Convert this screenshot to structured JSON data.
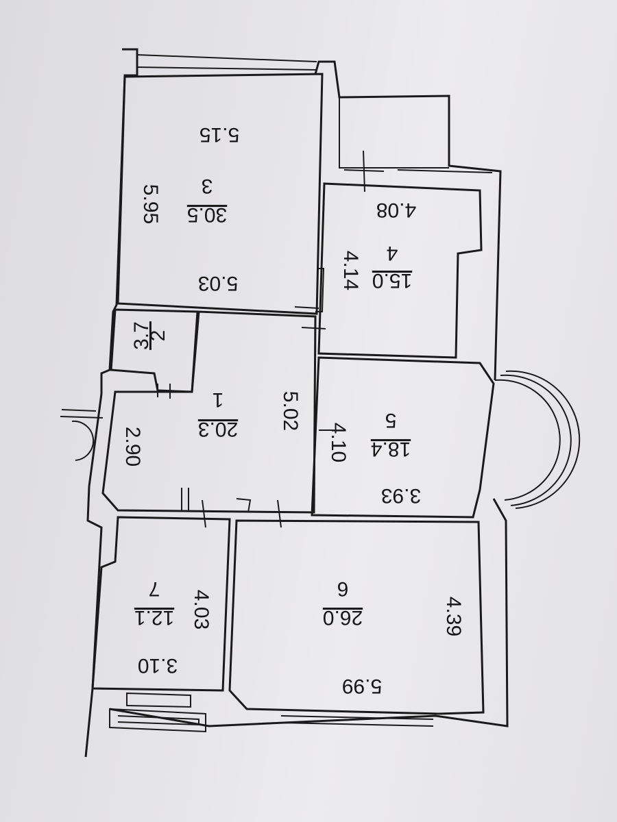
{
  "plan": {
    "rooms": [
      {
        "number": "1",
        "area": "20.3"
      },
      {
        "number": "2",
        "area": "3.7"
      },
      {
        "number": "3",
        "area": "30.5"
      },
      {
        "number": "4",
        "area": "15.0"
      },
      {
        "number": "5",
        "area": "18.4"
      },
      {
        "number": "6",
        "area": "26.0"
      },
      {
        "number": "7",
        "area": "12.1"
      }
    ],
    "dimensions": {
      "r3_top": "5.15",
      "r3_side": "5.95",
      "r3_bottom": "5.03",
      "r4_top": "4.08",
      "r4_side": "4.14",
      "r1_right": "5.02",
      "r1_left": "2.90",
      "r5_side": "4.10",
      "r5_bottom": "3.93",
      "r7_side": "4.03",
      "r7_bottom": "3.10",
      "r6_side": "4.39",
      "r6_bottom": "5.99"
    },
    "line_color": "#1a1a1a"
  }
}
